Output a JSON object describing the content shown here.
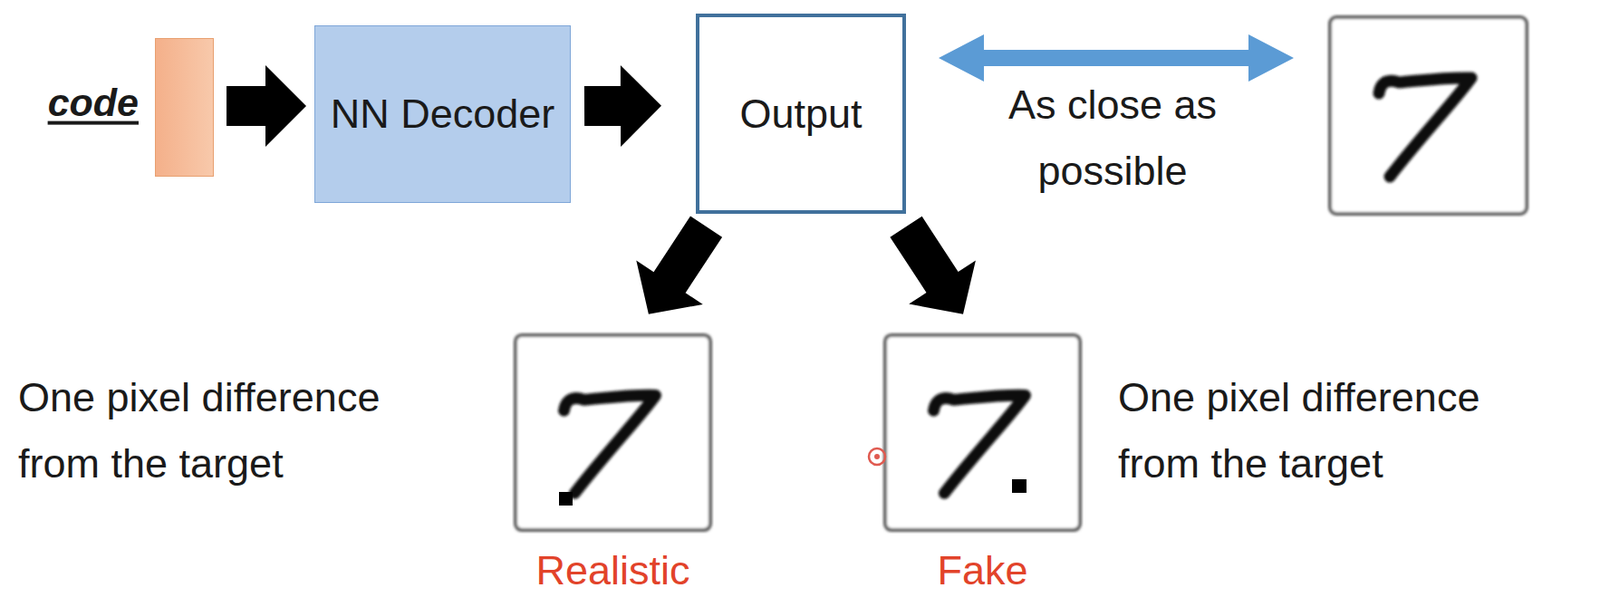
{
  "diagram": {
    "nodes": [
      {
        "text": [
          "code"
        ]
      },
      {
        "text": [
          "NN Decoder"
        ]
      },
      {
        "text": [
          "Output"
        ]
      },
      {
        "text": [
          "Realistic"
        ]
      },
      {
        "text": [
          "Fake"
        ]
      }
    ],
    "edges": [
      {
        "from": 0,
        "to": 1,
        "arrow": "to"
      },
      {
        "from": 1,
        "to": 2,
        "arrow": "to"
      },
      {
        "from": 2,
        "to": 3,
        "arrow": "to"
      },
      {
        "from": 2,
        "to": 4,
        "arrow": "to"
      }
    ],
    "labels": [
      "As close as possible",
      "One pixel difference from the target",
      "One pixel difference from the target"
    ]
  }
}
